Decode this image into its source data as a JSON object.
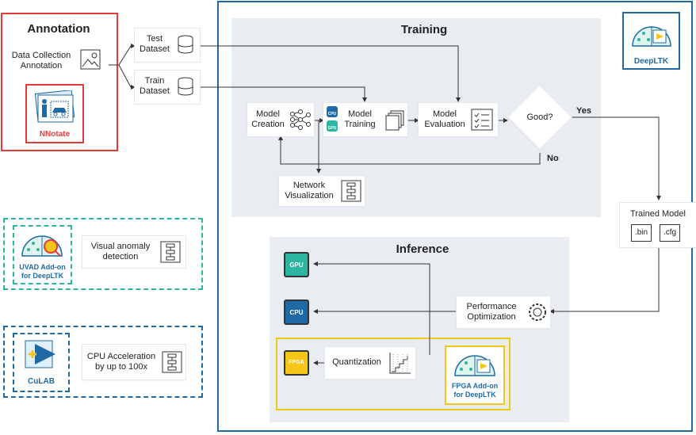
{
  "annotation": {
    "title": "Annotation",
    "data_collection": "Data Collection\nAnnotation",
    "nnotate": "NNotate"
  },
  "datasets": {
    "test": "Test\nDataset",
    "train": "Train\nDataset"
  },
  "training": {
    "title": "Training",
    "model_creation": "Model\nCreation",
    "model_training": "Model\nTraining",
    "model_evaluation": "Model\nEvaluation",
    "decision": "Good?",
    "yes": "Yes",
    "no": "No",
    "network_visualization": "Network\nVisualization",
    "cpu_chip": "CPU",
    "gpu_chip": "GPU"
  },
  "deepltk": "DeepLTK",
  "trained_model": {
    "label": "Trained Model",
    "bin": ".bin",
    "cfg": ".cfg"
  },
  "inference": {
    "title": "Inference",
    "gpu": "GPU",
    "cpu": "CPU",
    "fpga": "FPGA",
    "performance": "Performance\nOptimization",
    "quantization": "Quantization",
    "fpga_addon": "FPGA Add-on\nfor DeepLTK"
  },
  "uvad": {
    "label": "UVAD Add-on\nfor DeepLTK",
    "description": "Visual anomaly\ndetection"
  },
  "culab": {
    "label": "CuLAB",
    "description": "CPU Acceleration\nby up to 100x"
  },
  "colors": {
    "red": "#e63b3b",
    "blue": "#1f6aa5",
    "teal": "#2cb5a0",
    "yellow": "#f5c518",
    "panel": "#e9edf2"
  }
}
